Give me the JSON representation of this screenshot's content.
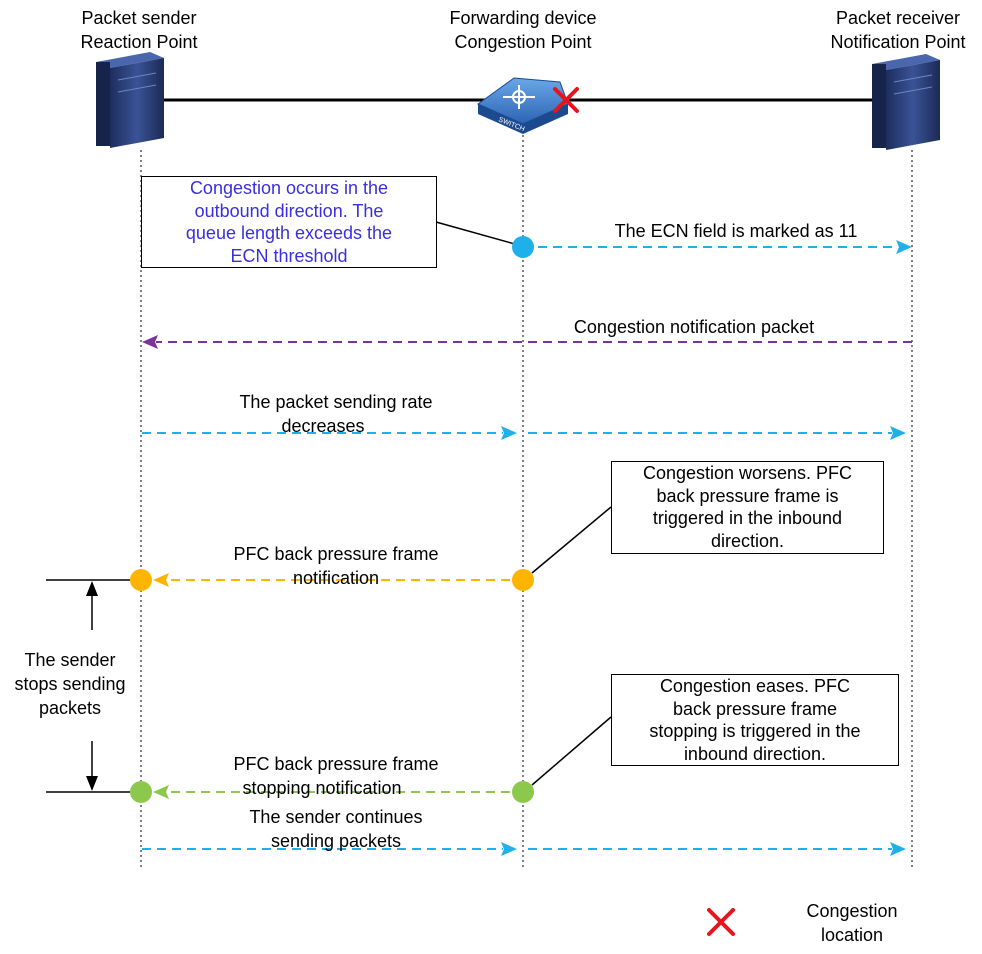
{
  "nodes": {
    "sender": {
      "line1": "Packet sender",
      "line2": "Reaction Point"
    },
    "device": {
      "line1": "Forwarding device",
      "line2": "Congestion Point",
      "switch_text": "SWITCH"
    },
    "receiver": {
      "line1": "Packet receiver",
      "line2": "Notification Point"
    }
  },
  "boxes": {
    "ecn": {
      "lines": [
        "Congestion occurs in the",
        "outbound direction. The",
        "queue length exceeds the",
        "ECN threshold"
      ]
    },
    "worsens": {
      "lines": [
        "Congestion worsens. PFC",
        "back pressure frame is",
        "triggered in the inbound",
        "direction."
      ]
    },
    "eases": {
      "lines": [
        "Congestion eases. PFC",
        "back pressure frame",
        "stopping is triggered in the",
        "inbound direction."
      ]
    }
  },
  "messages": {
    "ecn_marked": "The ECN field is marked as 11",
    "cnp": "Congestion notification packet",
    "rate_decrease": {
      "line1": "The packet sending rate",
      "line2": "decreases"
    },
    "pfc_notify": {
      "line1": "PFC back pressure frame",
      "line2": "notification"
    },
    "pfc_stop": {
      "line1": "PFC back pressure frame",
      "line2": "stopping notification"
    },
    "continue": {
      "line1": "The sender continues",
      "line2": "sending packets"
    }
  },
  "side_note": {
    "line1": "The sender",
    "line2": "stops sending",
    "line3": "packets"
  },
  "legend": {
    "line1": "Congestion",
    "line2": "location",
    "icon": "red-x-icon"
  },
  "colors": {
    "ecn_text": "#3a2fe0",
    "blue_arrow": "#1fb0ea",
    "purple_arrow": "#7a3499",
    "orange": "#ffb400",
    "green": "#8cc84b",
    "red_x": "#e8141c",
    "server": "#2b3f78"
  }
}
